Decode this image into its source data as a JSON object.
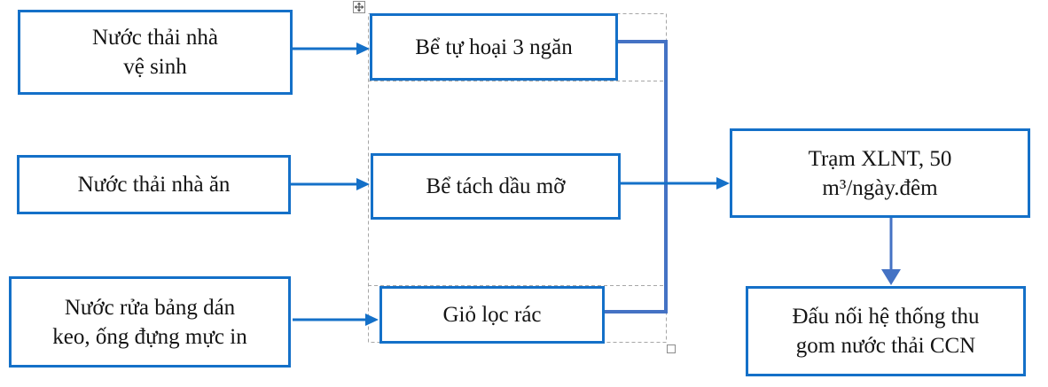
{
  "diagram": {
    "boxes": {
      "toilet": {
        "lines": [
          "Nước thải nhà",
          "vệ sinh"
        ]
      },
      "canteen": {
        "lines": [
          "Nước thải nhà ăn"
        ]
      },
      "glue_ink": {
        "lines": [
          "Nước rửa bảng dán",
          "keo, ống đựng mực in"
        ]
      },
      "septic": {
        "lines": [
          "Bể tự hoại 3 ngăn"
        ]
      },
      "grease": {
        "lines": [
          "Bể tách dầu mỡ"
        ]
      },
      "trash": {
        "lines": [
          "Giỏ lọc rác"
        ]
      },
      "wwtp": {
        "lines": [
          "Trạm XLNT, 50",
          "m³/ngày.đêm"
        ]
      },
      "ccn": {
        "lines": [
          "Đấu nối hệ thống thu",
          "gom nước thải CCN"
        ]
      }
    },
    "colors": {
      "box_border": "#1470c8",
      "arrow": "#1470c8",
      "connector": "#4472c4",
      "selection_dash": "#a6a6a6",
      "handle_border": "#8c8c8c",
      "text": "#141414"
    }
  }
}
